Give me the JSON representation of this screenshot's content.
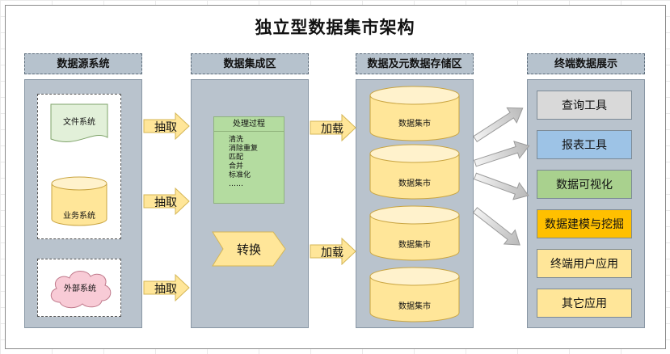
{
  "title": "独立型数据集市架构",
  "headers": {
    "source": "数据源系统",
    "integration": "数据集成区",
    "storage": "数据及元数据存储区",
    "display": "终端数据展示"
  },
  "sources": {
    "file": "文件系统",
    "business": "业务系统",
    "external": "外部系统"
  },
  "extract_label": "抽取",
  "load_label": "加载",
  "process": {
    "title": "处理过程",
    "steps": [
      "清洗",
      "消除重复",
      "匹配",
      "合并",
      "标准化",
      "……"
    ]
  },
  "transform_label": "转换",
  "marts": [
    "数据集市",
    "数据集市",
    "数据集市",
    "数据集市"
  ],
  "tools": [
    {
      "label": "查询工具",
      "color": "#d9d9d9"
    },
    {
      "label": "报表工具",
      "color": "#9dc3e6"
    },
    {
      "label": "数据可视化",
      "color": "#a9d18e"
    },
    {
      "label": "数据建模与挖掘",
      "color": "#ffc000"
    },
    {
      "label": "终端用户应用",
      "color": "#ffe699"
    },
    {
      "label": "其它应用",
      "color": "#ffe699"
    }
  ],
  "colors": {
    "panel": "#b9c3cd",
    "arrow_yellow": "#ffe699",
    "db_yellow": "#ffe699",
    "file_green": "#e2f0d9",
    "cloud_pink": "#f8cbd6"
  }
}
